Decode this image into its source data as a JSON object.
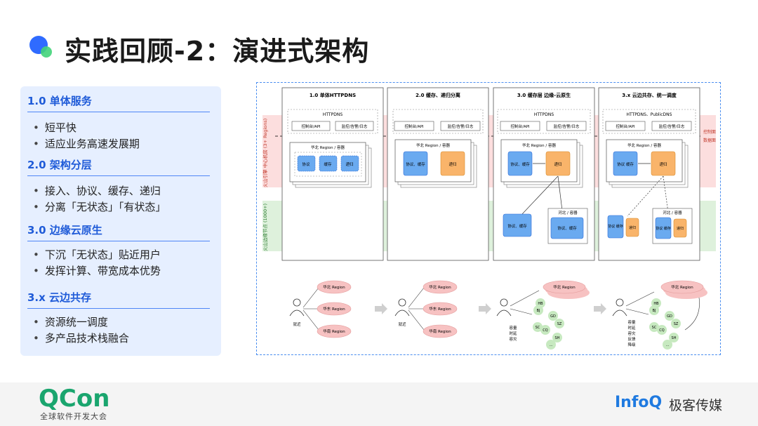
{
  "header": {
    "title": "实践回顾-2：演进式架构"
  },
  "sections": [
    {
      "heading": "1.0 单体服务",
      "items": [
        "短平快",
        "适应业务高速发展期"
      ]
    },
    {
      "heading": "2.0 架构分层",
      "items": [
        "接入、协议、缓存、递归",
        "分离「无状态」「有状态」"
      ]
    },
    {
      "heading": "3.0 边缘云原生",
      "items": [
        "下沉「无状态」贴近用户",
        "发挥计算、带宽成本优势"
      ]
    },
    {
      "heading": "3.x 云边共存",
      "items": [
        "资源统一调度",
        "多产品技术栈融合"
      ]
    }
  ],
  "diagram": {
    "band_top": "火山引擎 中心机房 (3+ Regions)",
    "band_bottom": "火山边缘节点 (1000+)",
    "right_top": "控制面",
    "right_bottom": "数据面",
    "columns": [
      {
        "title": "1.0 单体HTTPDNS",
        "service": "HTTPDNS",
        "ctrl": "控制台/API",
        "mon": "监控/告警/日志",
        "region": "华北 Region / 容器",
        "modules": [
          "协议",
          "缓存",
          "递归"
        ]
      },
      {
        "title": "2.0 缓存、递归分离",
        "ctrl": "控制台/API",
        "mon": "监控/告警/日志",
        "region": "华北 Region / 容器",
        "modules": [
          "协议、缓存",
          "递归"
        ]
      },
      {
        "title": "3.0 缓存层 边缘-云原生",
        "service": "HTTPDNS",
        "ctrl": "控制台/API",
        "mon": "监控/告警/日志",
        "region": "华北 Region / 容器",
        "modules": [
          "协议、缓存",
          "递归"
        ],
        "edge_left": "协议、缓存",
        "edge_region": "河北 / 容器",
        "edge_right": "协议、缓存"
      },
      {
        "title": "3.x 云边共存、统一调度",
        "service": "HTTPDNS、PublicDNS",
        "ctrl": "控制台/API",
        "mon": "监控/告警/日志",
        "region": "华北 Region / 容器",
        "modules": [
          "协议 缓存",
          "递归"
        ],
        "edge_left": "协议 缓存",
        "edge_left2": "递归",
        "edge_region": "河北 / 容器",
        "edge_right": "协议 缓存",
        "edge_right2": "递归"
      }
    ],
    "bottom": {
      "regions": [
        "华北 Region",
        "华东 Region",
        "华南 Region"
      ],
      "near": "就近",
      "s3_labels": [
        "容量",
        "时延",
        "容灾"
      ],
      "s4_labels": [
        "容量",
        "时延",
        "容灾",
        "反馈",
        "降级"
      ],
      "nodes": [
        "HB",
        "BJ",
        "GD",
        "SZ",
        "SC",
        "CQ",
        "SH",
        "..."
      ]
    }
  },
  "footer": {
    "qcon": "QCon",
    "qcon_sub": "全球软件开发大会",
    "infoq": "InfoQ",
    "infoq_cn": "极客传媒"
  },
  "colors": {
    "accent": "#1f5bd8",
    "module_blue": "#6aaaf0",
    "module_orange": "#f9b46a",
    "qcon_green": "#1aa56e"
  }
}
